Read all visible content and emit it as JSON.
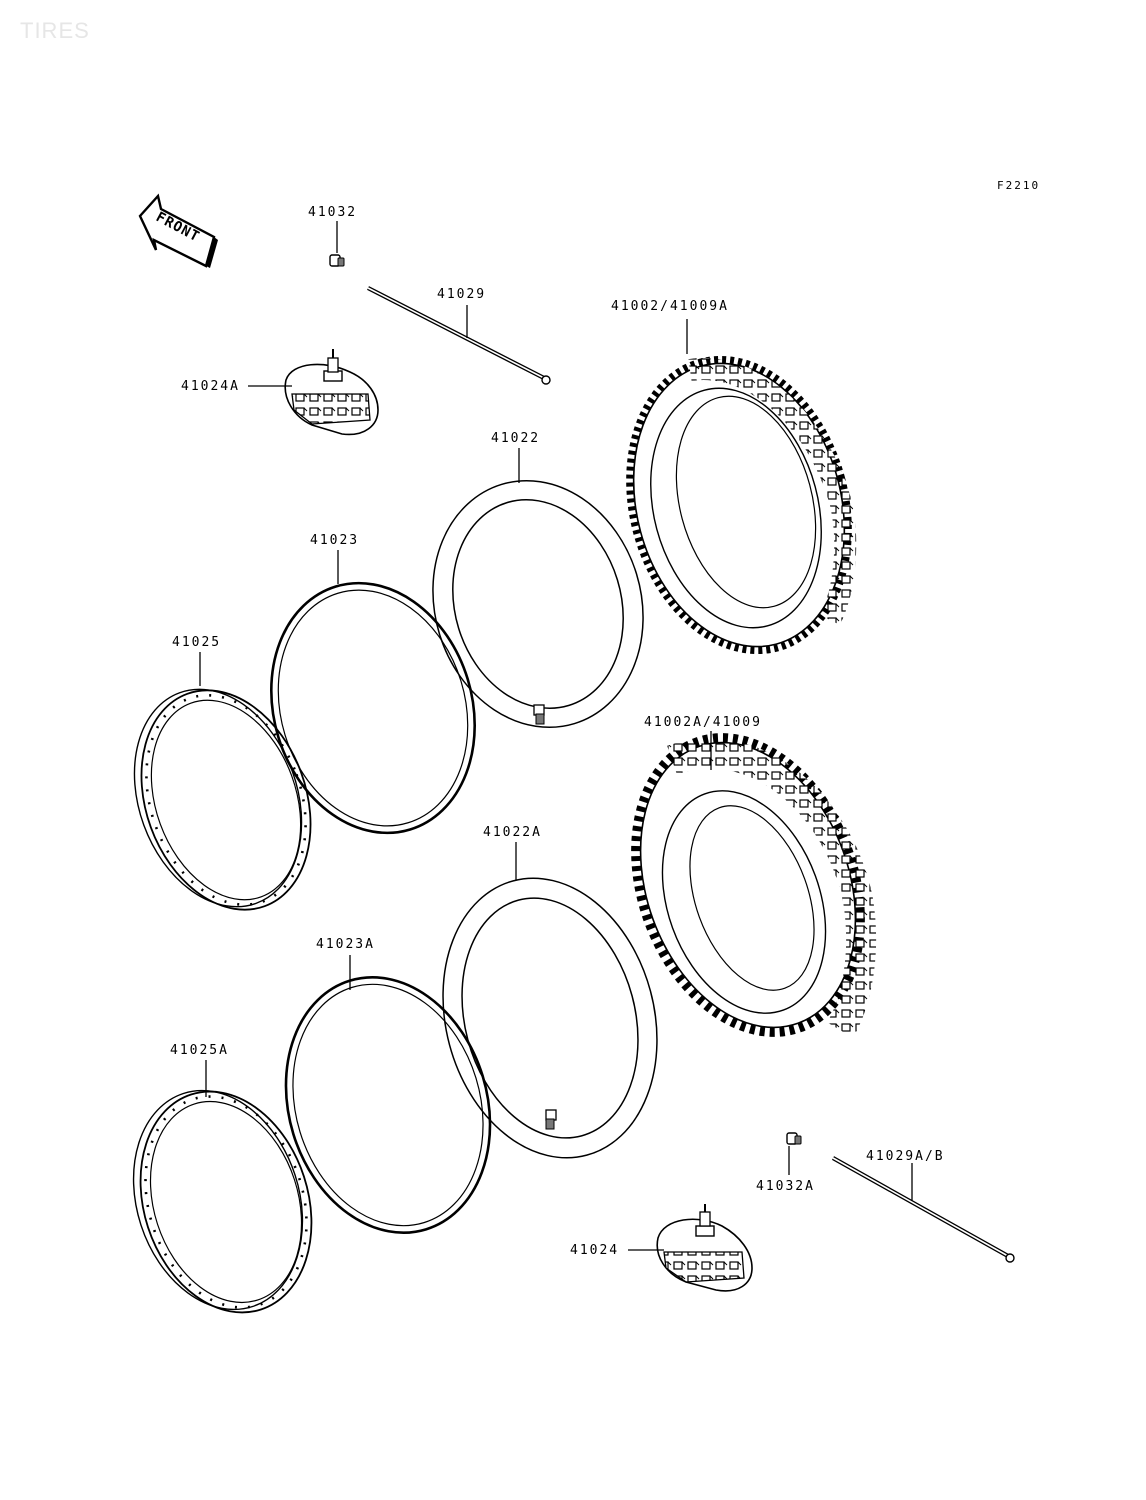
{
  "watermark": "TIRES",
  "figure_code": "F2210",
  "front_label": "FRONT",
  "parts": {
    "p41032": "41032",
    "p41029": "41029",
    "p41024A": "41024A",
    "p41002_41009A": "41002/41009A",
    "p41022": "41022",
    "p41023": "41023",
    "p41025": "41025",
    "p41002A_41009": "41002A/41009",
    "p41022A": "41022A",
    "p41023A": "41023A",
    "p41025A": "41025A",
    "p41032A": "41032A",
    "p41029AB": "41029A/B",
    "p41024": "41024"
  }
}
